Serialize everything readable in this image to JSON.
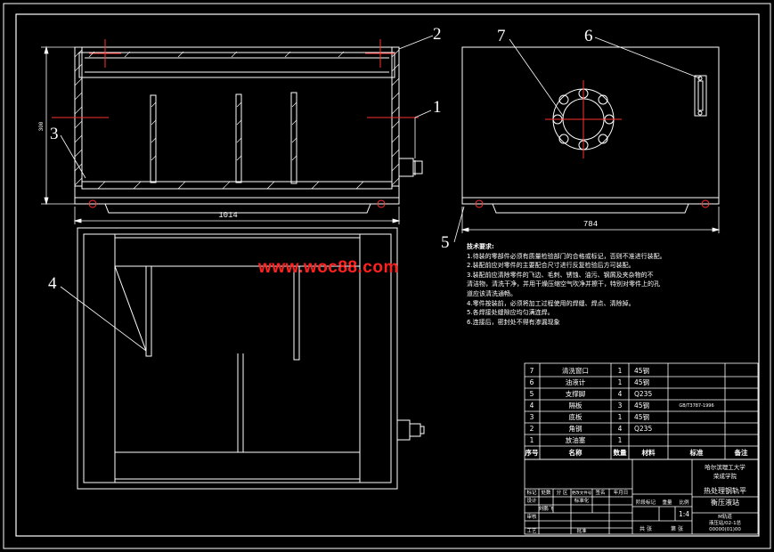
{
  "callouts": [
    "1",
    "2",
    "3",
    "4",
    "5",
    "6",
    "7"
  ],
  "dims": {
    "width_front": "1014",
    "width_side": "784",
    "height_front": "300"
  },
  "watermark": "www.woc88.com",
  "notes": {
    "title": "技术要求:",
    "lines": [
      "1.待装的零部件必须有质量检验部门的合格或标记，否则不准进行装配。",
      "2.装配前应对零件的主要配合尺寸进行反复检验后方可装配。",
      "3.装配前应清除零件的飞边、毛刺、锈蚀、油污、钢屑及夹杂物的不",
      "  清洁物，清洗干净，并用干燥压缩空气吹净并擦干，特别对零件上的孔",
      "  道应该清洗通畅。",
      "4.零件按装前，必须将加工过程使用的焊缝、焊点、清除掉。",
      "5.各焊接处缝隙应均匀满连焊。",
      "6.连接后，密封处不得有渗漏现象"
    ]
  },
  "bom": {
    "rows": [
      {
        "no": "7",
        "name": "清洗窗口",
        "qty": "1",
        "material": "45钢",
        "standard": "",
        "remark": ""
      },
      {
        "no": "6",
        "name": "油液计",
        "qty": "1",
        "material": "45钢",
        "standard": "",
        "remark": ""
      },
      {
        "no": "5",
        "name": "支撑脚",
        "qty": "4",
        "material": "Q235",
        "standard": "",
        "remark": ""
      },
      {
        "no": "4",
        "name": "隔板",
        "qty": "3",
        "material": "45钢",
        "standard": "GB/T3787-1996",
        "remark": ""
      },
      {
        "no": "3",
        "name": "底板",
        "qty": "1",
        "material": "45钢",
        "standard": "",
        "remark": ""
      },
      {
        "no": "2",
        "name": "角钢",
        "qty": "4",
        "material": "Q235",
        "standard": "",
        "remark": ""
      },
      {
        "no": "1",
        "name": "放油塞",
        "qty": "1",
        "material": "",
        "standard": "",
        "remark": ""
      }
    ],
    "header": {
      "no": "序号",
      "name": "名称",
      "qty": "数量",
      "material": "材料",
      "standard": "标准",
      "remark": "备注"
    }
  },
  "titleblock": {
    "school_line1": "哈尔滨理工大学",
    "school_line2": "荣成学院",
    "drawing_title_line1": "热处理钢轨平",
    "drawing_title_line2": "衡压液站",
    "labels": {
      "mark": "标记",
      "count": "处数",
      "zone": "分 区",
      "change_no": "更改文件号",
      "sign": "签名",
      "date": "年月日",
      "design": "设计",
      "std": "标准化",
      "audit": "审核",
      "process": "工艺",
      "approve": "批准",
      "stage": "阶段标记",
      "weight": "重量",
      "scale": "比例",
      "sheets": "共 张",
      "sheet": "第 张"
    },
    "designer": "刘鹏飞",
    "scale_value": "1:4",
    "code_line1": "M轨道",
    "code_line2": "液压站/02-1总",
    "code_line3": "00000(01)00"
  }
}
